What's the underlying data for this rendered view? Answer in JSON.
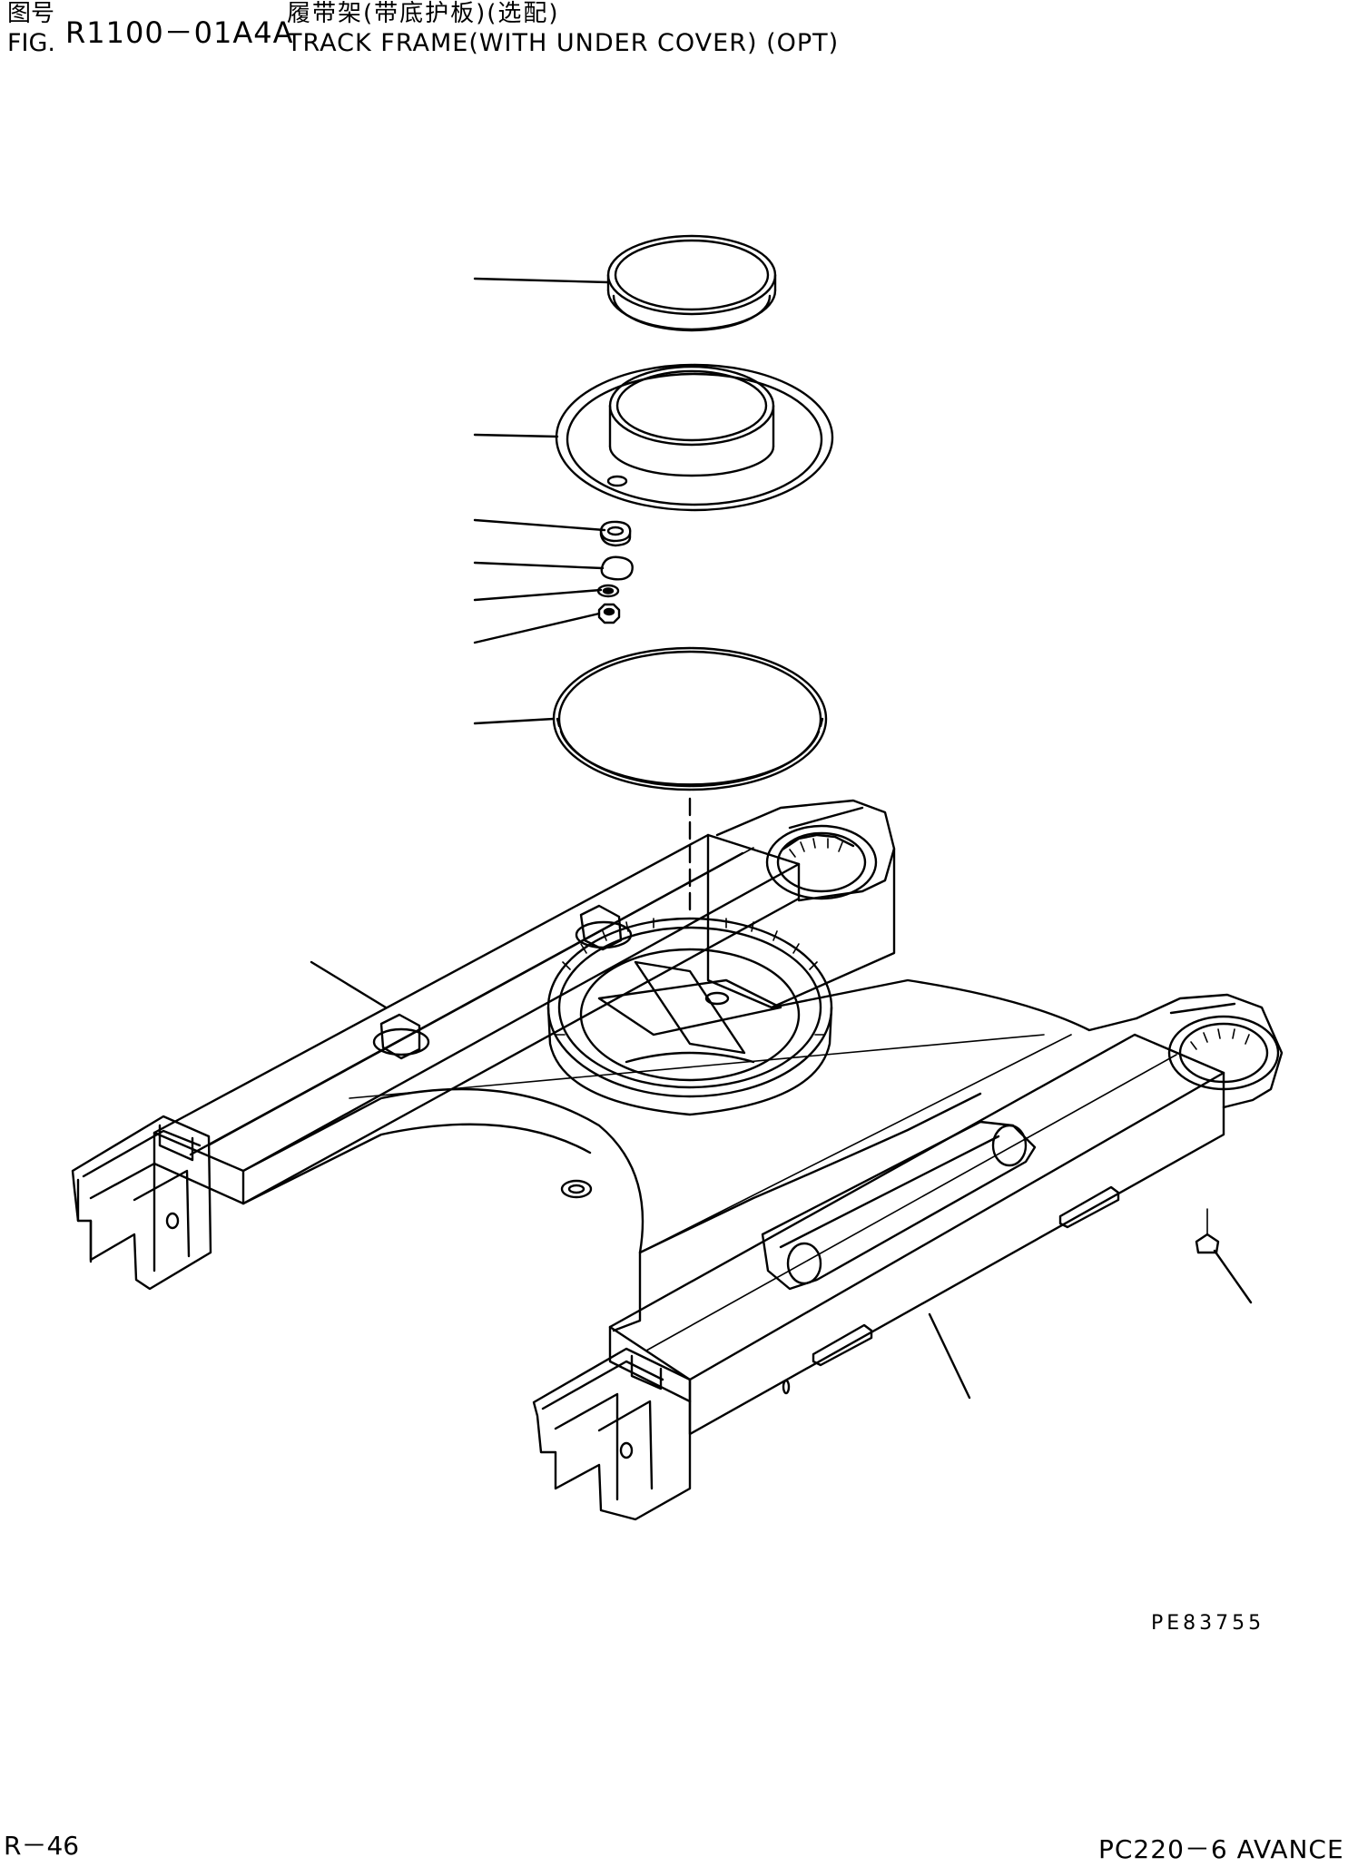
{
  "header": {
    "fig_label_cn": "图号",
    "fig_label_en": "FIG.",
    "fig_number": "R1100－01A4A",
    "title_cn": "履带架(带底护板)(选配)",
    "title_en": "TRACK FRAME(WITH UNDER COVER) (OPT)"
  },
  "diagram": {
    "drawing_number": "PE83755",
    "parts": [
      "retainer-ring",
      "bearing-cover",
      "plate",
      "gasket",
      "washer",
      "nut",
      "o-ring",
      "track-frame-bolt",
      "track-frame",
      "grease-fitting"
    ]
  },
  "footer": {
    "page_number": "R－46",
    "model": "PC220－6 AVANCE"
  },
  "colors": {
    "ink": "#000000",
    "paper": "#ffffff"
  }
}
